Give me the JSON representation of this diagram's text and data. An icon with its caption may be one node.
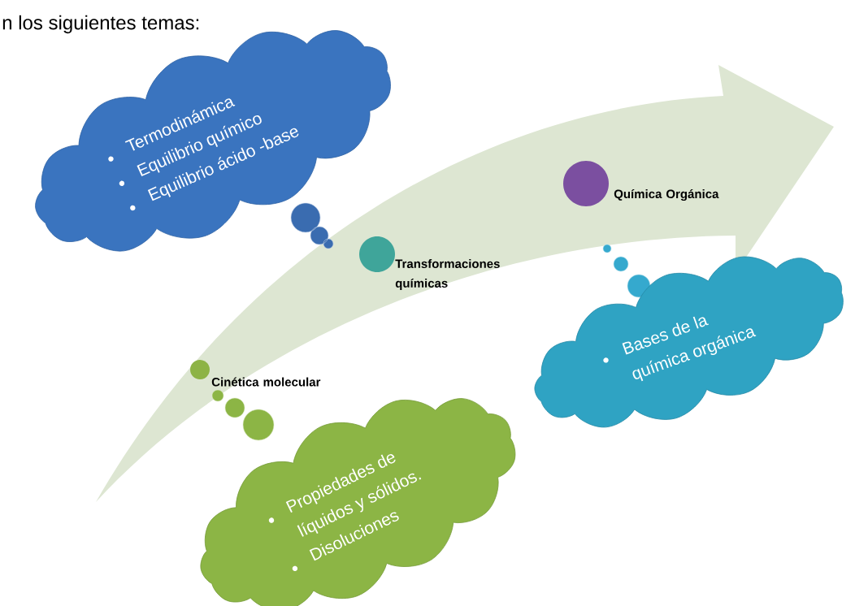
{
  "diagram": {
    "nodes": [
      {
        "text": [
          "Termodinámica",
          "Equilibrio químico",
          "Equilibrio ácido -base"
        ]
      },
      {
        "text": [],
        "shape": "circle",
        "beside": [
          "Química Orgánica"
        ]
      },
      {
        "text": [],
        "shape": "circle",
        "beside": [
          "Transformaciones químicas"
        ]
      },
      {
        "text": [],
        "shape": "circle",
        "beside": [
          "Cinética molecular"
        ]
      },
      {
        "text": [
          "Bases de la química orgánica"
        ]
      },
      {
        "text": [
          "Propiedades de líquidos y sólidos.",
          "Disoluciones"
        ]
      }
    ],
    "labels": [
      "n los siguientes temas:"
    ]
  }
}
